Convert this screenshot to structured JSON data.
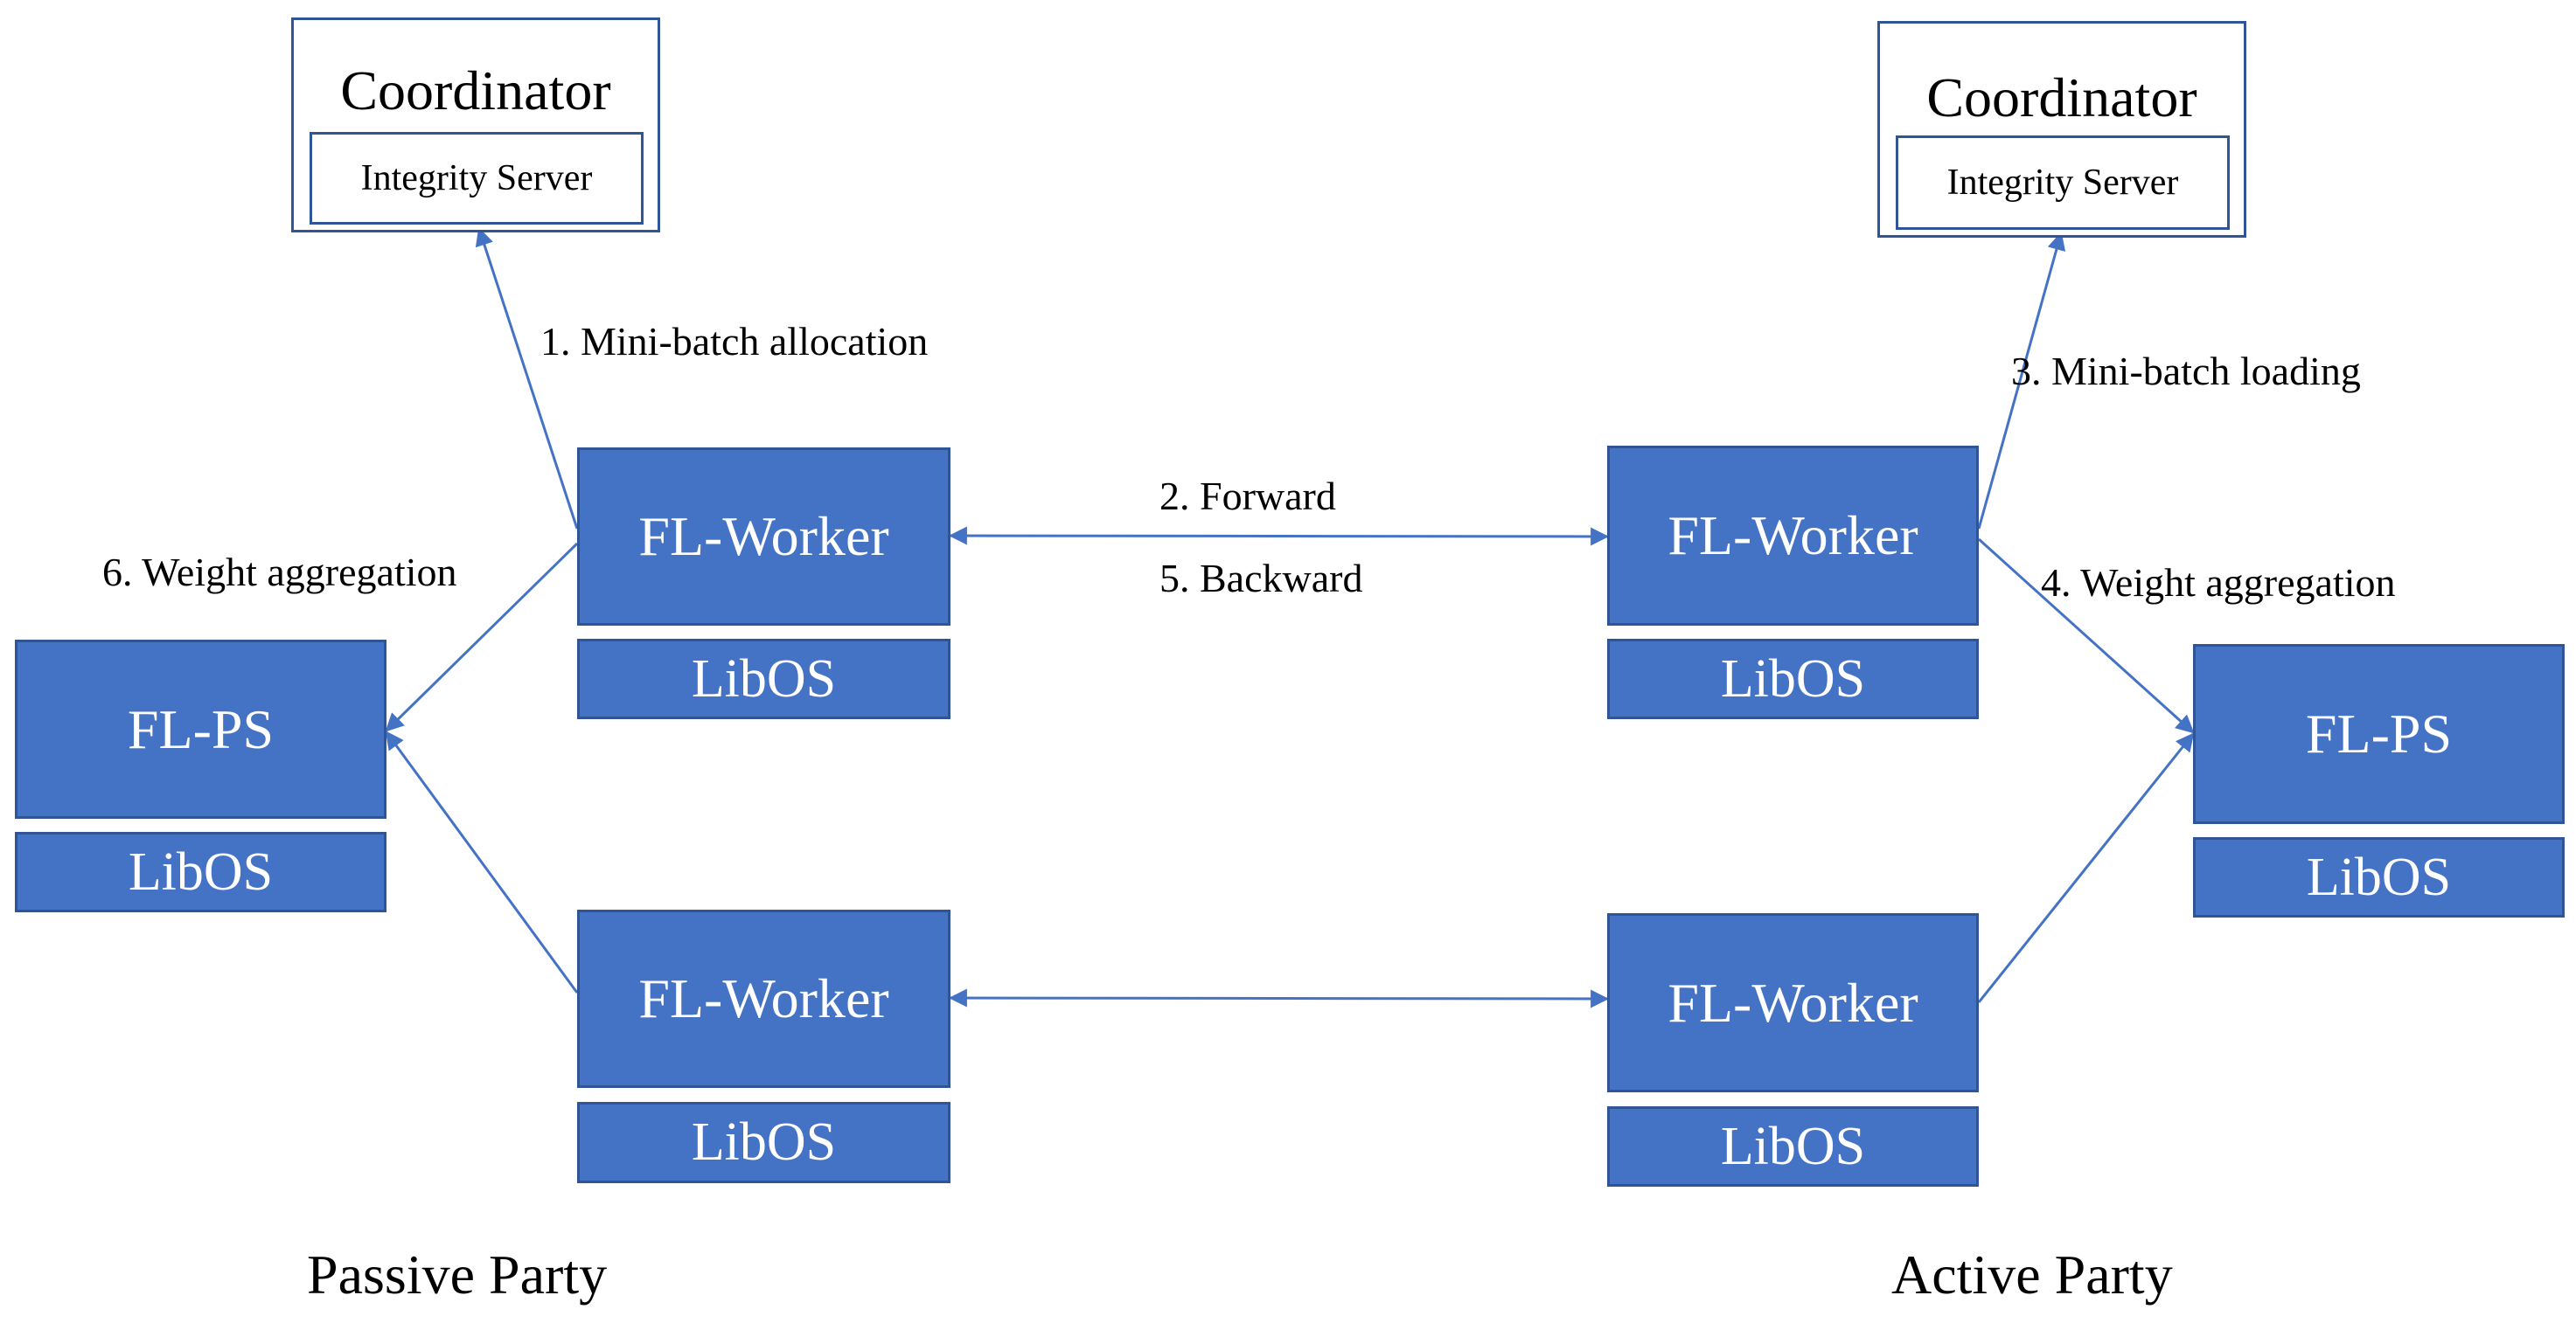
{
  "passive": {
    "coordinator": {
      "title": "Coordinator",
      "inner": "Integrity Server"
    },
    "worker_top": {
      "name": "FL-Worker",
      "os": "LibOS"
    },
    "worker_bottom": {
      "name": "FL-Worker",
      "os": "LibOS"
    },
    "ps": {
      "name": "FL-PS",
      "os": "LibOS"
    },
    "party_label": "Passive Party"
  },
  "active": {
    "coordinator": {
      "title": "Coordinator",
      "inner": "Integrity Server"
    },
    "worker_top": {
      "name": "FL-Worker",
      "os": "LibOS"
    },
    "worker_bottom": {
      "name": "FL-Worker",
      "os": "LibOS"
    },
    "ps": {
      "name": "FL-PS",
      "os": "LibOS"
    },
    "party_label": "Active Party"
  },
  "steps": {
    "step1": "1. Mini-batch allocation",
    "step2": "2. Forward",
    "step3": "3. Mini-batch loading",
    "step4": "4. Weight aggregation",
    "step5": "5. Backward",
    "step6": "6. Weight aggregation"
  },
  "colors": {
    "box_fill": "#4472c4",
    "box_border": "#2f5597",
    "arrow": "#4472c4"
  }
}
